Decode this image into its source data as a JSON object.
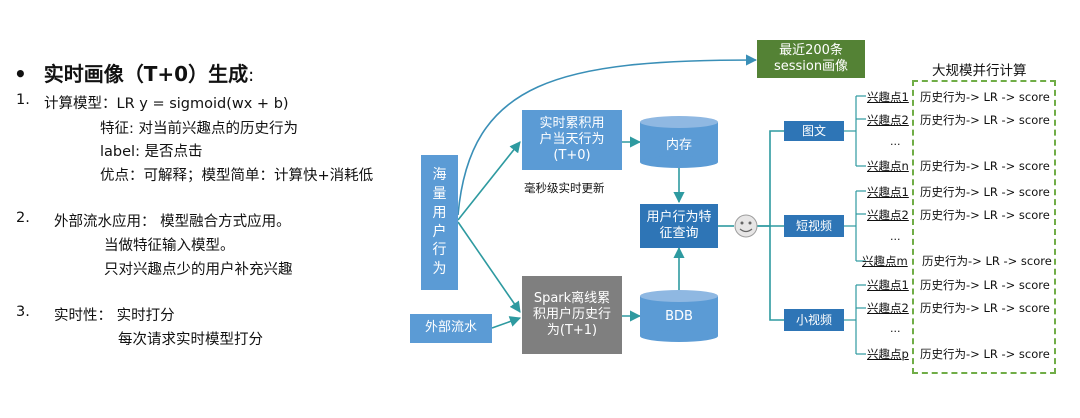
{
  "left": {
    "bullet": "•",
    "title": "实时画像（T+0）生成",
    "title_colon": ":",
    "items": [
      {
        "num": "1.",
        "lines": [
          "计算模型：LR  y = sigmoid(wx + b)",
          "特征: 对当前兴趣点的历史行为",
          "label: 是否点击",
          "优点：可解释；模型简单：计算快+消耗低"
        ]
      },
      {
        "num": "2.",
        "lines": [
          "外部流水应用：  模型融合方式应用。",
          "当做特征输入模型。",
          "只对兴趣点少的用户补充兴趣"
        ]
      },
      {
        "num": "3.",
        "lines": [
          "实时性：  实时打分",
          "每次请求实时模型打分"
        ]
      }
    ]
  },
  "diagram": {
    "massive_user_behavior": "海量用户行为",
    "external_stream": "外部流水",
    "realtime_accum": "实时累积用户当天行为(T+0)",
    "ms_update": "毫秒级实时更新",
    "spark_offline": "Spark离线累积用户历史行为(T+1)",
    "memory": "内存",
    "bdb": "BDB",
    "feature_query": "用户行为特征查询",
    "recent_sessions": "最近200条session画像",
    "large_scale": "大规模并行计算",
    "categories": [
      {
        "name": "图文",
        "items": [
          {
            "label": "兴趣点1",
            "desc": "历史行为-> LR -> score"
          },
          {
            "label": "兴趣点2",
            "desc": "历史行为-> LR -> score"
          },
          {
            "label": "...",
            "desc": ""
          },
          {
            "label": "兴趣点n",
            "desc": "历史行为-> LR -> score"
          }
        ]
      },
      {
        "name": "短视频",
        "items": [
          {
            "label": "兴趣点1",
            "desc": "历史行为-> LR -> score"
          },
          {
            "label": "兴趣点2",
            "desc": "历史行为-> LR -> score"
          },
          {
            "label": "...",
            "desc": ""
          },
          {
            "label": "兴趣点m",
            "desc": "历史行为-> LR -> score"
          }
        ]
      },
      {
        "name": "小视频",
        "items": [
          {
            "label": "兴趣点1",
            "desc": "历史行为-> LR -> score"
          },
          {
            "label": "兴趣点2",
            "desc": "历史行为-> LR -> score"
          },
          {
            "label": "...",
            "desc": ""
          },
          {
            "label": "兴趣点p",
            "desc": "历史行为-> LR -> score"
          }
        ]
      }
    ],
    "colors": {
      "light_blue": "#5B9BD5",
      "navy": "#2E75B6",
      "gray": "#7F7F7F",
      "green": "#548235",
      "dashed_green": "#70AD47",
      "arrow": "#3A8FB7",
      "connector": "#2E9AA0"
    }
  }
}
